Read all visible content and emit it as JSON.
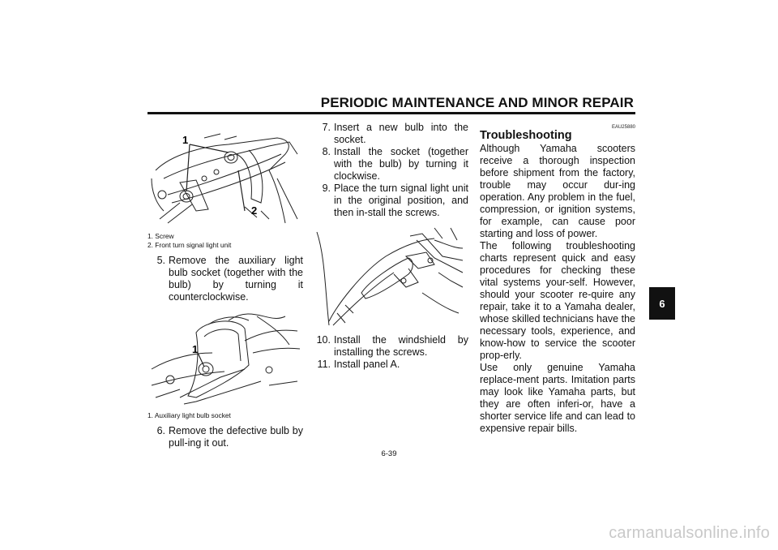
{
  "header": {
    "title": "PERIODIC MAINTENANCE AND MINOR REPAIR"
  },
  "figure1": {
    "callouts": [
      "1",
      "2"
    ],
    "captions": [
      "1. Screw",
      "2. Front turn signal light unit"
    ]
  },
  "step5": {
    "num": "5.",
    "text": "Remove the auxiliary light bulb socket (together with the bulb) by turning it counterclockwise."
  },
  "figure2": {
    "callouts": [
      "1"
    ],
    "captions": [
      "1. Auxiliary light bulb socket"
    ]
  },
  "step6": {
    "num": "6.",
    "text": "Remove the defective bulb by pull-ing it out."
  },
  "step7": {
    "num": "7.",
    "text": "Insert a new bulb into the socket."
  },
  "step8": {
    "num": "8.",
    "text": "Install the socket (together with the bulb) by turning it clockwise."
  },
  "step9": {
    "num": "9.",
    "text": "Place the turn signal light unit in the original position, and then in-stall the screws."
  },
  "step10": {
    "num": "10.",
    "text": "Install the windshield by installing the screws."
  },
  "step11": {
    "num": "11.",
    "text": "Install panel A."
  },
  "section": {
    "code": "EAU25880",
    "title": "Troubleshooting",
    "para1": "Although Yamaha scooters receive a thorough inspection before shipment from the factory, trouble may occur dur-ing operation. Any problem in the fuel, compression, or ignition systems, for example, can cause poor starting and loss of power.",
    "para2": "The following troubleshooting charts represent quick and easy procedures for checking these vital systems your-self. However, should your scooter re-quire any repair, take it to a Yamaha dealer, whose skilled technicians have the necessary tools, experience, and know-how to service the scooter prop-erly.",
    "para3": "Use only genuine Yamaha replace-ment parts. Imitation parts may look like Yamaha parts, but they are often inferi-or, have a shorter service life and can lead to expensive repair bills."
  },
  "chapter_tab": "6",
  "page_number": "6-39",
  "watermark": "carmanualsonline.info"
}
